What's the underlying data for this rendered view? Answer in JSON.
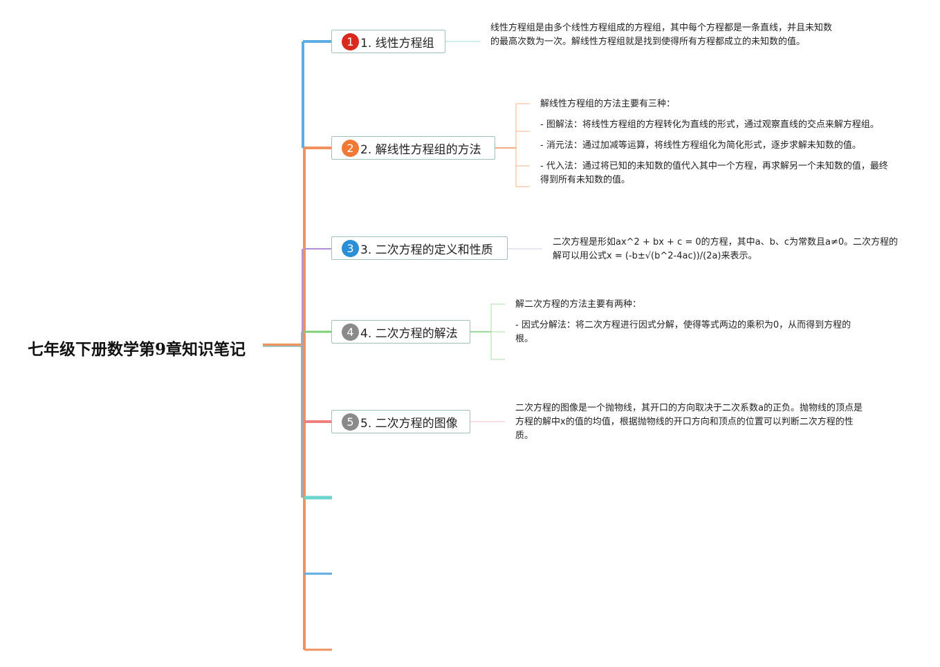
{
  "root": {
    "title": "七年级下册数学第9章知识笔记"
  },
  "colors": {
    "blue": "#5dade2",
    "orange": "#f0915e",
    "purple": "#b48fd3",
    "green": "#7dcf74",
    "red": "#ee7f7c",
    "teal": "#6fd3cd",
    "badge_red": "#d9281e",
    "badge_orange": "#f07a35",
    "badge_blue": "#2a8fd6",
    "badge_gray": "#8a8a8a"
  },
  "topics": [
    {
      "number": "1",
      "label": "1. 线性方程组",
      "notes": [
        "线性方程组是由多个线性方程组成的方程组，其中每个方程都是一条直线，并且未知数的最高次数为一次。解线性方程组就是找到使得所有方程都成立的未知数的值。"
      ]
    },
    {
      "number": "2",
      "label": "2. 解线性方程组的方法",
      "notes": [
        "解线性方程组的方法主要有三种：",
        "- 图解法：将线性方程组的方程转化为直线的形式，通过观察直线的交点来解方程组。",
        "- 消元法：通过加减等运算，将线性方程组化为简化形式，逐步求解未知数的值。",
        "- 代入法：通过将已知的未知数的值代入其中一个方程，再求解另一个未知数的值，最终得到所有未知数的值。"
      ]
    },
    {
      "number": "3",
      "label": "3. 二次方程的定义和性质",
      "notes": [
        "二次方程是形如ax^2 + bx + c = 0的方程，其中a、b、c为常数且a≠0。二次方程的解可以用公式x = (-b±√(b^2-4ac))/(2a)来表示。"
      ]
    },
    {
      "number": "4",
      "label": "4. 二次方程的解法",
      "notes": [
        "解二次方程的方法主要有两种：",
        "- 因式分解法：将二次方程进行因式分解，使得等式两边的乘积为0，从而得到方程的根。"
      ]
    },
    {
      "number": "5",
      "label": "5. 二次方程的图像",
      "notes": [
        "二次方程的图像是一个抛物线，其开口的方向取决于二次系数a的正负。抛物线的顶点是方程的解中x的值的均值，根据抛物线的开口方向和顶点的位置可以判断二次方程的性质。"
      ]
    }
  ]
}
